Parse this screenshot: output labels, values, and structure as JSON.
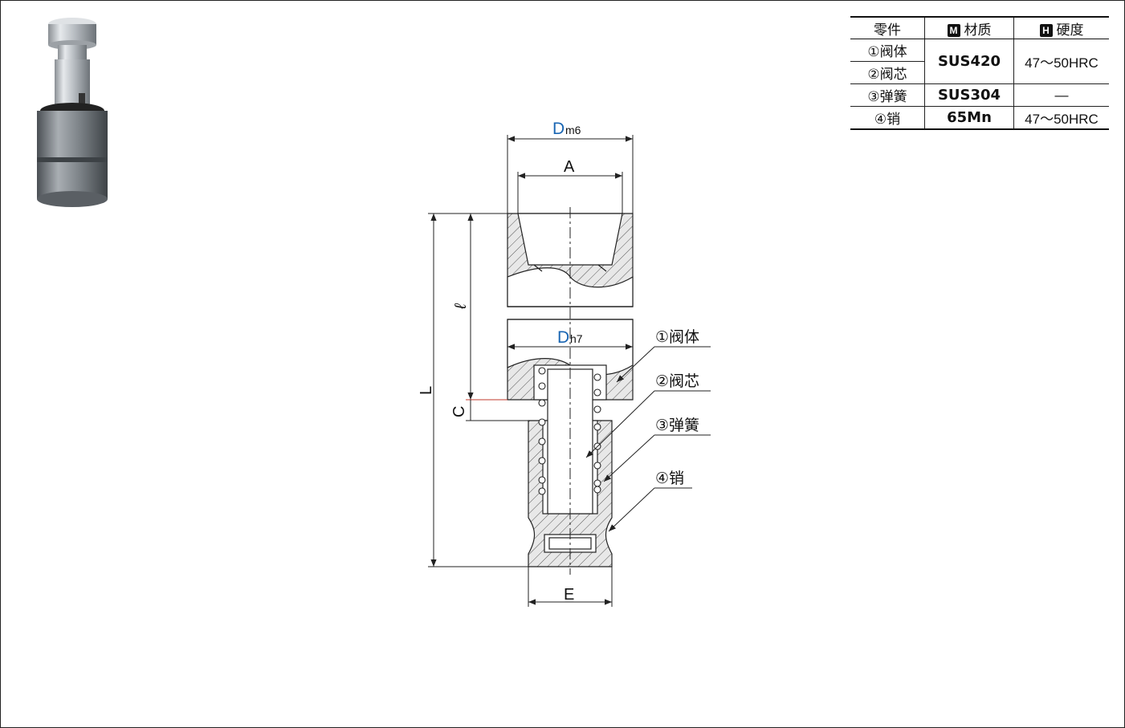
{
  "table": {
    "headers": {
      "part": "零件",
      "material_badge": "M",
      "material": "材质",
      "hardness_badge": "H",
      "hardness": "硬度"
    },
    "rows": [
      {
        "part": "①阀体"
      },
      {
        "part": "②阀芯"
      },
      {
        "part": "③弹簧"
      },
      {
        "part": "④销"
      }
    ],
    "materials": [
      "SUS420",
      "SUS304",
      "65Mn"
    ],
    "hardness": [
      "47～50HRC",
      "—",
      "47～50HRC"
    ]
  },
  "dimensions": {
    "D_outer": "D",
    "D_outer_sub": "m6",
    "A": "A",
    "ell": "ℓ",
    "L": "L",
    "C": "C",
    "D_inner": "D",
    "D_inner_sub": "h7",
    "E": "E"
  },
  "callouts": [
    "①阀体",
    "②阀芯",
    "③弹簧",
    "④销"
  ],
  "colors": {
    "dimension_accent": "#1a66b3",
    "line": "#222222"
  }
}
